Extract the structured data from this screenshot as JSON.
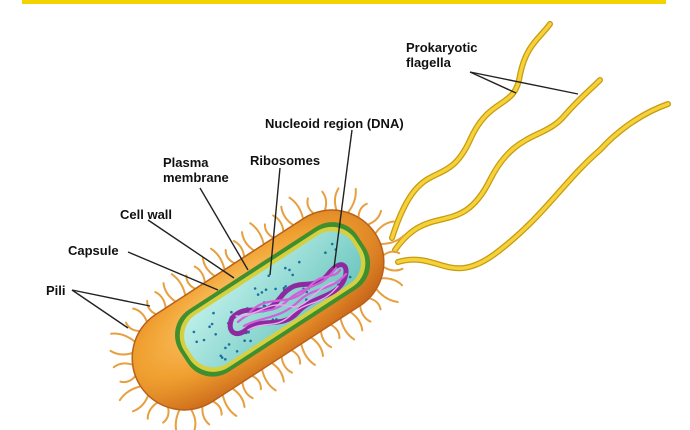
{
  "colors": {
    "top_bar": "#f2d300",
    "capsule": "#f0a030",
    "capsule_dark": "#d0731a",
    "pili": "#e6a040",
    "cell_wall": "#3f8f2f",
    "membrane": "#c8c430",
    "cytoplasm": "#8fd8d0",
    "nucleoid": "#b03ab8",
    "ribosome": "#1f6fa0",
    "flagella": "#e8c21a",
    "leader": "#222222",
    "text": "#111111"
  },
  "labels": {
    "prokaryotic_flagella": [
      "Prokaryotic",
      "flagella"
    ],
    "nucleoid_region": "Nucleoid region (DNA)",
    "plasma_membrane": [
      "Plasma",
      "membrane"
    ],
    "ribosomes": "Ribosomes",
    "cell_wall": "Cell wall",
    "capsule": "Capsule",
    "pili": "Pili"
  }
}
